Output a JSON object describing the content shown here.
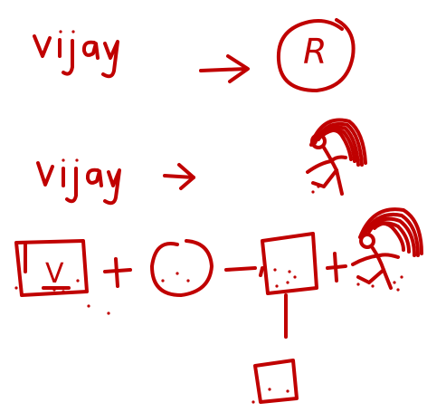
{
  "sketch": {
    "ink_color": "#c00000",
    "background_color": "#ffffff",
    "row1": {
      "word": "vijay",
      "arrow": "arrow-right",
      "circle_letter": "R"
    },
    "row2": {
      "word": "vijay",
      "arrow": "arrow-right",
      "figure": "girl-figure-with-long-hair"
    },
    "row3": {
      "box_letter": "V",
      "plus_1": "+",
      "plus_2": "+",
      "shapes": [
        "box-with-dots",
        "circle-with-dots",
        "box-with-dots",
        "girl-figure-with-long-hair"
      ],
      "connector": "dash-line"
    },
    "row4": {
      "shape": "small-box-with-dots",
      "connector": "vertical-line"
    }
  }
}
